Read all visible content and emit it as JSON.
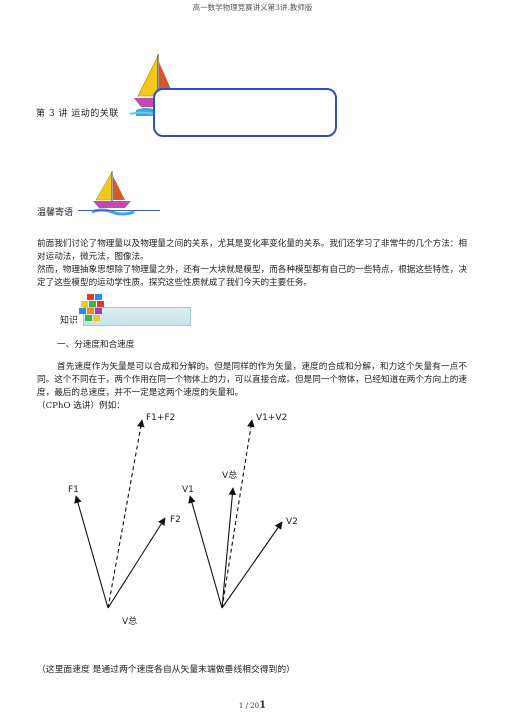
{
  "header": {
    "title": "高一数学物理竞赛讲义第3讲.教师版"
  },
  "lecture": {
    "title": "第 3 讲    运动的关联"
  },
  "greeting": {
    "label": "温馨寄语"
  },
  "intro": {
    "p1": "前面我们讨论了物理量以及物理量之间的关系，尤其是变化率变化量的关系。我们还学习了非常牛的几个方法：相对运动法，微元法，图像法。",
    "p2": "然而，物理抽象思想除了物理量之外，还有一大块就是模型，而各种模型都有自己的一些特点，根据这些特性，决定了这些模型的运动学性质。探究这些性质就成了我们今天的主要任务。"
  },
  "knowledge": {
    "label_a": "知",
    "label_b": "识"
  },
  "section1": {
    "heading": "一、分速度和合速度",
    "p1": "首先速度作为矢量是可以合成和分解的。但是同样的作为矢量，速度的合成和分解，和力这个矢量有一点不同。这个不同在于，两个作用在同一个物体上的力，可以直接合成。但是同一个物体，已经知道在两个方向上的速度，最后的总速度，并不一定是这两个速度的矢量和。",
    "example": "（CPhO 选讲）例如："
  },
  "figure": {
    "left": {
      "sum": "F1+F2",
      "a": "F1",
      "b": "F2",
      "origin": "V总"
    },
    "right": {
      "sum": "V1+V2",
      "a": "V1",
      "b": "V2",
      "total": "V总"
    }
  },
  "caption": {
    "text": "（这里面速度        是通过两个速度各自从矢量末端做垂线相交得到的）"
  },
  "footer": {
    "page_small": "1 / 20",
    "page_big": "1"
  },
  "colors": {
    "box_border": "#2c4fc8",
    "sail_yellow": "#f2c81a",
    "boat_pink": "#c34bb0",
    "water_blue": "#3aa7d8"
  }
}
